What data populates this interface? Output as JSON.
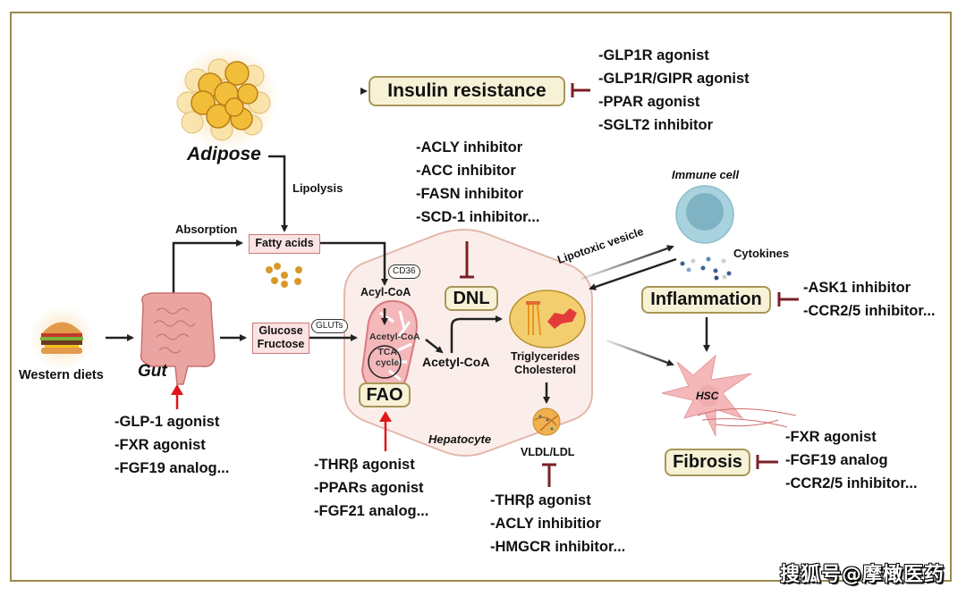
{
  "nodes": {
    "adipose": "Adipose",
    "insulin_resistance": "Insulin resistance",
    "lipolysis": "Lipolysis",
    "absorption": "Absorption",
    "fatty_acids": "Fatty acids",
    "glucose": "Glucose",
    "fructose": "Fructose",
    "western_diets": "Western diets",
    "gut": "Gut",
    "cd36": "CD36",
    "gluts": "GLUTs",
    "acyl_coa": "Acyl-CoA",
    "acetyl_coa_mito": "Acetyl-CoA",
    "tca_line1": "TCA",
    "tca_line2": "cycle",
    "acetyl_coa": "Acetyl-CoA",
    "dnl": "DNL",
    "fao": "FAO",
    "triglycerides": "Triglycerides",
    "cholesterol": "Cholesterol",
    "hepatocyte": "Hepatocyte",
    "vldl_ldl": "VLDL/LDL",
    "immune_cell": "Immune cell",
    "cytokines": "Cytokines",
    "lipotoxic_vesicle": "Lipotoxic vesicle",
    "inflammation": "Inflammation",
    "hsc": "HSC",
    "fibrosis": "Fibrosis"
  },
  "drug_lists": {
    "insulin_resistance": [
      "-GLP1R agonist",
      "-GLP1R/GIPR agonist",
      "-PPAR agonist",
      "-SGLT2 inhibitor"
    ],
    "dnl": [
      "-ACLY inhibitor",
      "-ACC inhibitor",
      "-FASN inhibitor",
      "-SCD-1 inhibitor..."
    ],
    "inflammation": [
      "-ASK1 inhibitor",
      "-CCR2/5 inhibitor..."
    ],
    "gut": [
      "-GLP-1 agonist",
      "-FXR agonist",
      "-FGF19 analog..."
    ],
    "fao": [
      "-THRβ agonist",
      "-PPARs agonist",
      "-FGF21 analog..."
    ],
    "vldl": [
      "-THRβ agonist",
      "-ACLY inhibitior",
      "-HMGCR inhibitor..."
    ],
    "fibrosis": [
      "-FXR agonist",
      "-FGF19 analog",
      "-CCR2/5 inhibitor..."
    ]
  },
  "watermark": "搜狐号@摩橄医药",
  "colors": {
    "frame": "#9a8a4c",
    "pill_fill": "#f7f1d6",
    "inhibit": "#7a1f24",
    "stimulate": "#e0161b",
    "hepatocyte_fill": "#fbeeea",
    "pink_box": "#fbe3e3"
  }
}
